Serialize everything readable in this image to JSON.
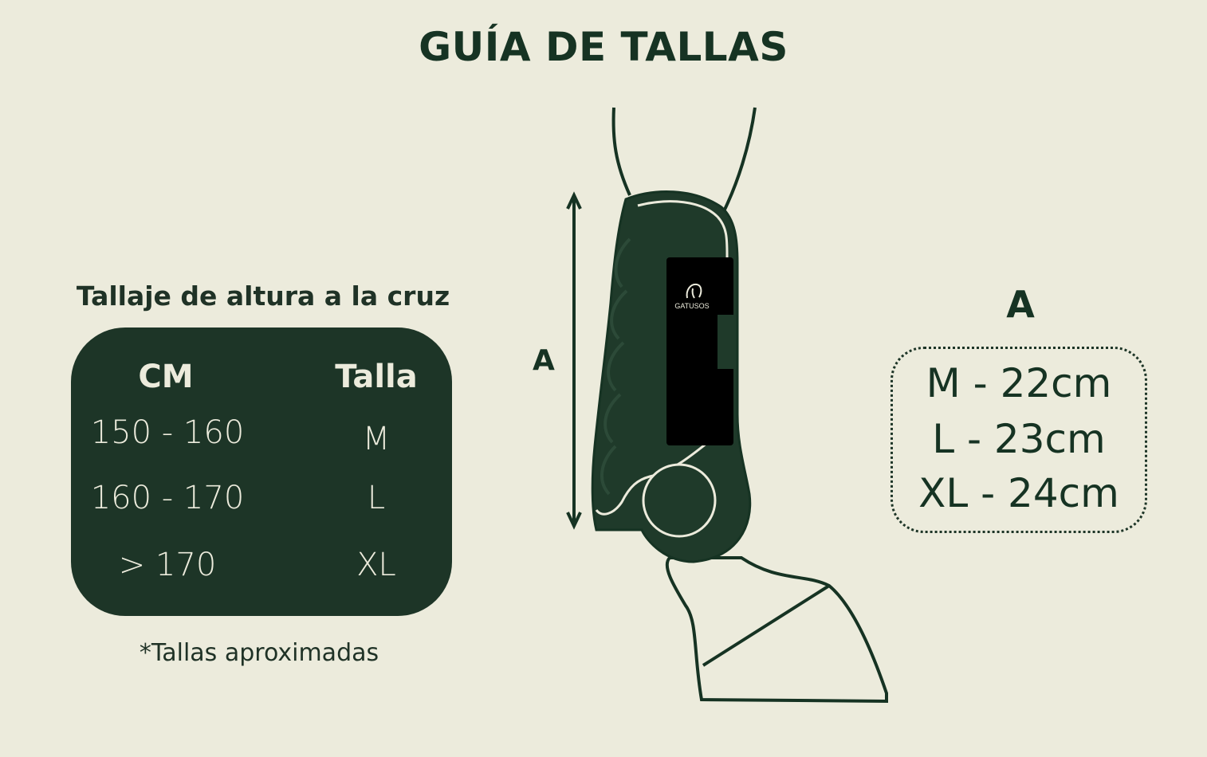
{
  "title": "GUÍA DE TALLAS",
  "size_table": {
    "heading": "Tallaje de altura a la cruz",
    "columns": [
      "CM",
      "Talla"
    ],
    "rows": [
      {
        "cm": "150 - 160",
        "size": "M"
      },
      {
        "cm": "160 - 170",
        "size": "L"
      },
      {
        "cm": "> 170",
        "size": "XL"
      }
    ],
    "footnote": "*Tallas aproximadas"
  },
  "diagram": {
    "dimension_label": "A",
    "brand": "GATUSOS"
  },
  "measurements": {
    "label": "A",
    "lines": [
      "M - 22cm",
      "L - 23cm",
      "XL - 24cm"
    ]
  },
  "colors": {
    "background": "#ecebdc",
    "dark_green": "#1d3527",
    "text_green": "#163323",
    "boot_green": "#1f3a2a"
  }
}
